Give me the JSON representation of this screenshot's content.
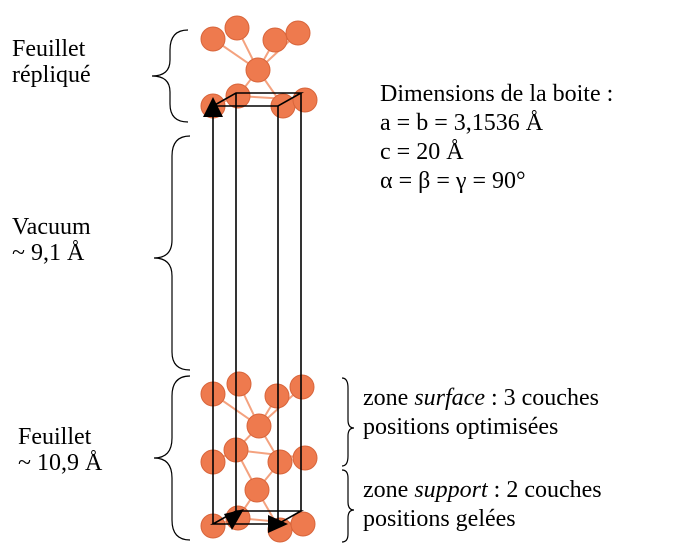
{
  "labels": {
    "replicated_sheet": [
      "Feuillet",
      "répliqué"
    ],
    "vacuum": [
      "Vacuum",
      "~ 9,1 Å"
    ],
    "sheet": [
      "Feuillet",
      "~ 10,9 Å"
    ]
  },
  "box": {
    "title": "Dimensions de la boite :",
    "ab": "a = b = 3,1536 Å",
    "c": "c = 20 Å",
    "angles": "α = β = γ = 90°"
  },
  "zones": {
    "surface": {
      "prefix": "zone ",
      "name": "surface",
      "suffix": " : 3 couches",
      "detail": "positions optimisées"
    },
    "support": {
      "prefix": "zone ",
      "name": "support",
      "suffix": " : 2 couches",
      "detail": "positions gelées"
    }
  },
  "colors": {
    "atom": "#EE7A4E",
    "bond": "#F4A27F",
    "cell": "#000000"
  }
}
